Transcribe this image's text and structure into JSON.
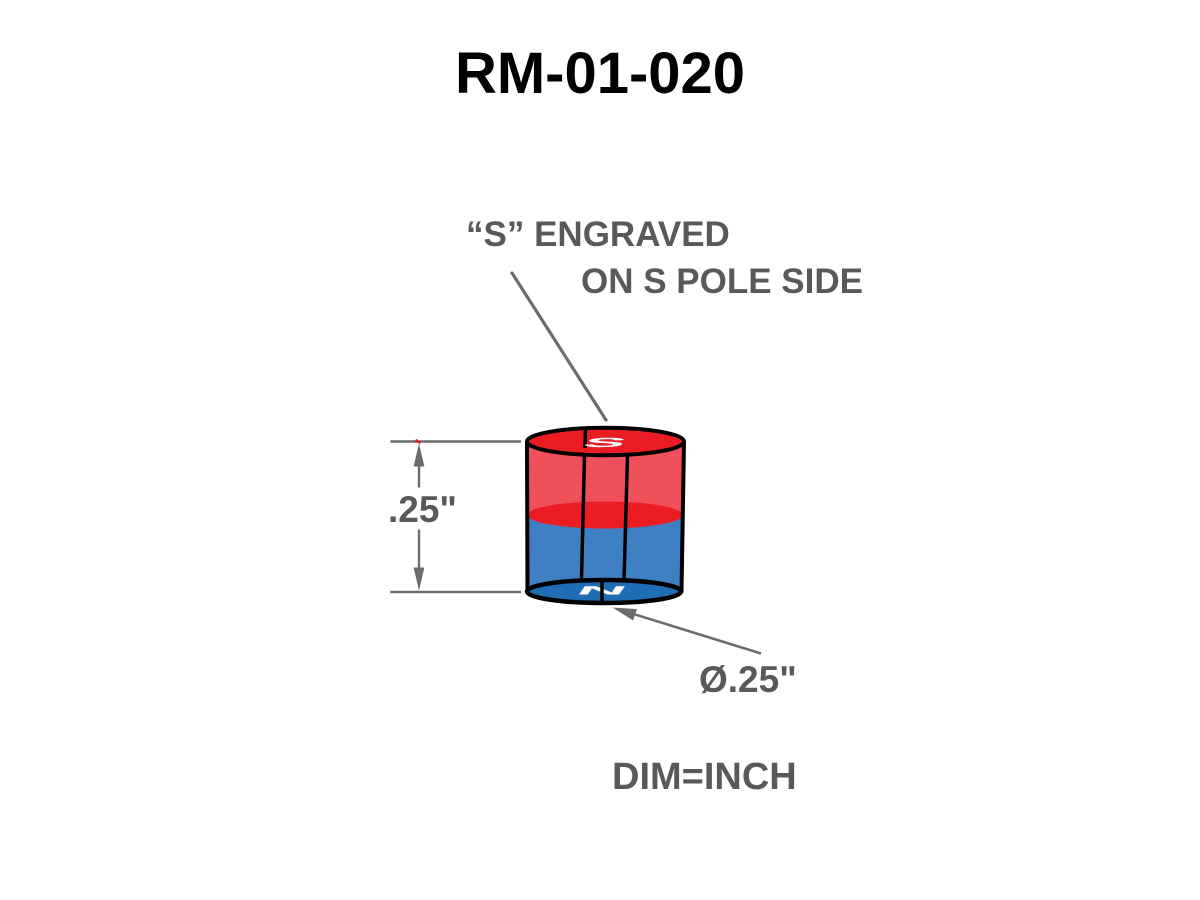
{
  "title": "RM-01-020",
  "callout": {
    "line1": "“S” ENGRAVED",
    "line2": "ON S POLE SIDE"
  },
  "dimensions": {
    "height": ".25\"",
    "diameter": "Ø.25\""
  },
  "note": "DIM=INCH",
  "magnet": {
    "top_pole_label": "S",
    "bottom_pole_label": "N"
  },
  "colors": {
    "pole_top_red": "#EC1C24",
    "body_red_translucent": "#EF5059",
    "body_blue": "#3E80C3",
    "pole_bottom_blue": "#1E6DB5",
    "outline_black": "#000000",
    "label_gray": "#58595B",
    "line_gray": "#6B6C6E",
    "engraving_white": "#FFFFFF"
  }
}
